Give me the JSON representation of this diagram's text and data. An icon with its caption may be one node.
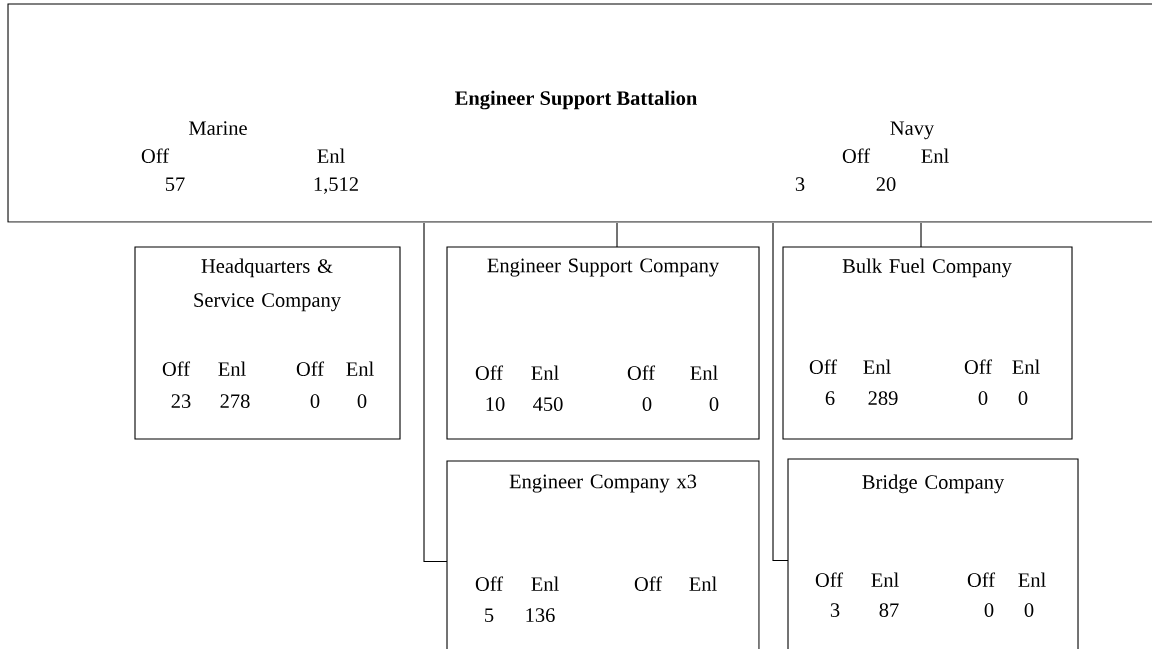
{
  "diagram": {
    "nodes": [
      {
        "text": [
          "Engineer Support Battalion",
          "Marine",
          "Off",
          "Enl",
          "57",
          "1,512",
          "Navy",
          "Off",
          "Enl",
          "3",
          "20"
        ]
      },
      {
        "text": [
          "Headquarters & Service Company",
          "Off",
          "Enl",
          "Off",
          "Enl",
          "23",
          "278",
          "0",
          "0"
        ]
      },
      {
        "text": [
          "Engineer Support Company",
          "Off",
          "Enl",
          "Off",
          "Enl",
          "10",
          "450",
          "0",
          "0"
        ]
      },
      {
        "text": [
          "Bulk Fuel Company",
          "Off",
          "Enl",
          "Off",
          "Enl",
          "6",
          "289",
          "0",
          "0"
        ]
      },
      {
        "text": [
          "Engineer Company x3",
          "Off",
          "Enl",
          "Off",
          "Enl",
          "5",
          "136"
        ]
      },
      {
        "text": [
          "Bridge Company",
          "Off",
          "Enl",
          "Off",
          "Enl",
          "3",
          "87",
          "0",
          "0"
        ]
      }
    ],
    "edges": [
      {
        "from": 0,
        "to": 2,
        "arrow": "none"
      },
      {
        "from": 0,
        "to": 3,
        "arrow": "none"
      },
      {
        "from": 0,
        "to": 4,
        "arrow": "none"
      },
      {
        "from": 0,
        "to": 5,
        "arrow": "none"
      }
    ]
  }
}
